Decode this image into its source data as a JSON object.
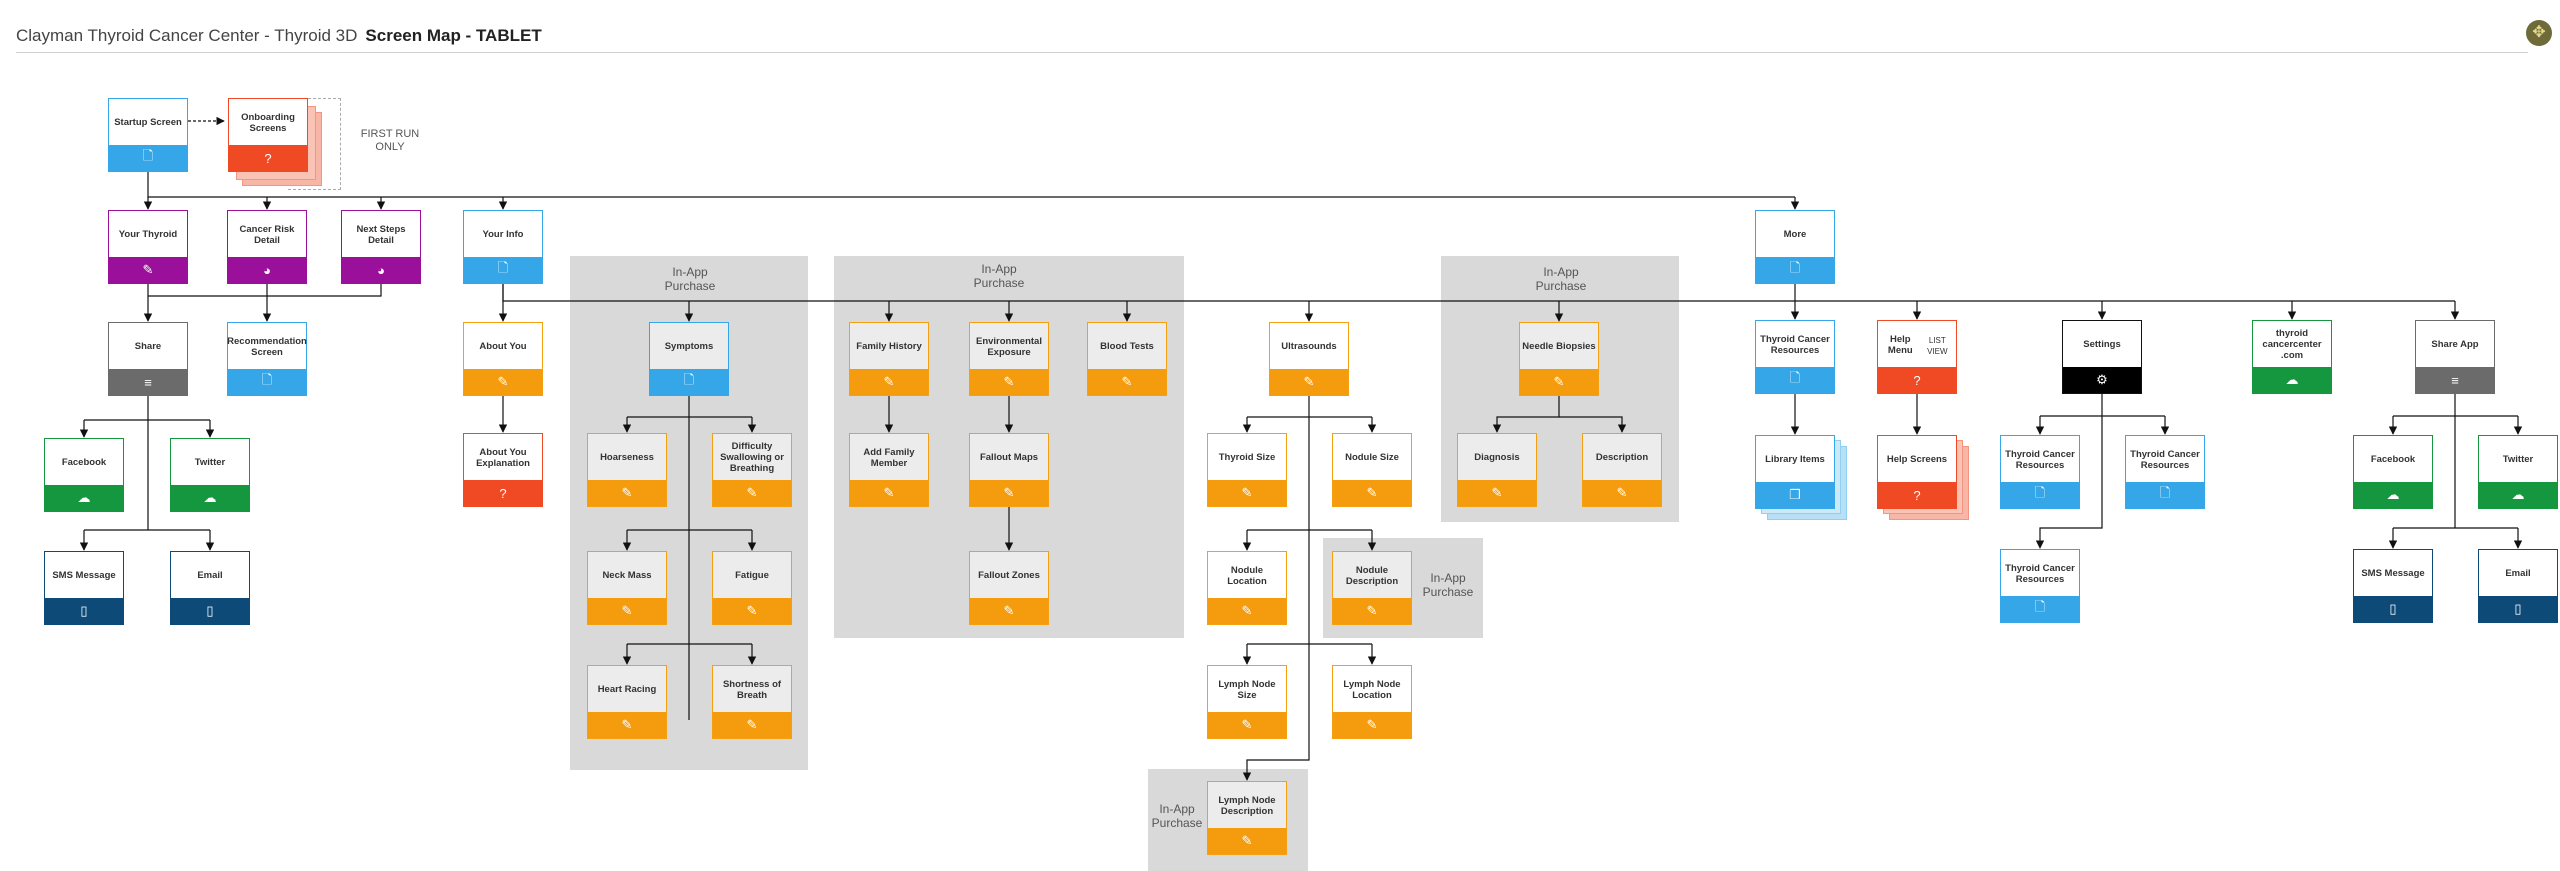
{
  "header": {
    "app_title": "Clayman Thyroid Cancer Center - Thyroid 3D",
    "doc_title": "Screen Map - TABLET"
  },
  "notes": {
    "first_run": "FIRST RUN\nONLY"
  },
  "groups": [
    {
      "id": "g1",
      "label": "In-App\nPurchase"
    },
    {
      "id": "g2",
      "label": "In-App\nPurchase"
    },
    {
      "id": "g3",
      "label": "In-App\nPurchase"
    },
    {
      "id": "g4",
      "label": "In-App\nPurchase"
    },
    {
      "id": "g5",
      "label": "In-App\nPurchase"
    }
  ],
  "nodes": [
    {
      "id": "startup",
      "label": "Startup Screen",
      "color": "blue",
      "icon": "document-icon"
    },
    {
      "id": "onboarding",
      "label": "Onboarding Screens",
      "color": "red",
      "icon": "help-icon",
      "stack": true
    },
    {
      "id": "your_thyroid",
      "label": "Your Thyroid",
      "color": "purple",
      "icon": "wand-icon"
    },
    {
      "id": "cancer_risk",
      "label": "Cancer Risk Detail",
      "color": "purple",
      "icon": "gauge-icon"
    },
    {
      "id": "next_steps",
      "label": "Next Steps Detail",
      "color": "purple",
      "icon": "gauge-icon"
    },
    {
      "id": "your_info",
      "label": "Your Info",
      "color": "blue",
      "icon": "document-icon"
    },
    {
      "id": "more",
      "label": "More",
      "color": "blue",
      "icon": "document-icon"
    },
    {
      "id": "share",
      "label": "Share",
      "color": "darkgrey",
      "icon": "menu-icon"
    },
    {
      "id": "recommendation",
      "label": "Recommendation Screen",
      "color": "blue",
      "icon": "document-icon"
    },
    {
      "id": "facebook_l",
      "label": "Facebook",
      "color": "green",
      "icon": "cloud-icon"
    },
    {
      "id": "twitter_l",
      "label": "Twitter",
      "color": "green",
      "icon": "cloud-icon"
    },
    {
      "id": "sms_l",
      "label": "SMS Message",
      "color": "navy",
      "icon": "phone-icon"
    },
    {
      "id": "email_l",
      "label": "Email",
      "color": "navy",
      "icon": "phone-icon"
    },
    {
      "id": "about_you",
      "label": "About You",
      "color": "orange",
      "icon": "edit-icon"
    },
    {
      "id": "about_expl",
      "label": "About You Explanation",
      "color": "red",
      "icon": "help-icon"
    },
    {
      "id": "symptoms",
      "label": "Symptoms",
      "color": "blue",
      "icon": "document-icon",
      "grey": true
    },
    {
      "id": "hoarseness",
      "label": "Hoarseness",
      "color": "orange",
      "icon": "edit-icon",
      "grey": true
    },
    {
      "id": "swallowing",
      "label": "Difficulty Swallowing or Breathing",
      "color": "orange",
      "icon": "edit-icon",
      "grey": true
    },
    {
      "id": "neck_mass",
      "label": "Neck Mass",
      "color": "orange",
      "icon": "edit-icon",
      "grey": true
    },
    {
      "id": "fatigue",
      "label": "Fatigue",
      "color": "orange",
      "icon": "edit-icon",
      "grey": true
    },
    {
      "id": "heart",
      "label": "Heart Racing",
      "color": "orange",
      "icon": "edit-icon",
      "grey": true
    },
    {
      "id": "breath",
      "label": "Shortness of Breath",
      "color": "orange",
      "icon": "edit-icon",
      "grey": true
    },
    {
      "id": "family",
      "label": "Family History",
      "color": "orange",
      "icon": "edit-icon",
      "grey": true
    },
    {
      "id": "env",
      "label": "Environmental Exposure",
      "color": "orange",
      "icon": "edit-icon",
      "grey": true
    },
    {
      "id": "blood",
      "label": "Blood Tests",
      "color": "orange",
      "icon": "edit-icon",
      "grey": true
    },
    {
      "id": "add_family",
      "label": "Add Family Member",
      "color": "orange",
      "icon": "edit-icon",
      "grey": true
    },
    {
      "id": "fallout_maps",
      "label": "Fallout Maps",
      "color": "orange",
      "icon": "edit-icon",
      "grey": true
    },
    {
      "id": "fallout_zones",
      "label": "Fallout Zones",
      "color": "orange",
      "icon": "edit-icon",
      "grey": true
    },
    {
      "id": "ultrasounds",
      "label": "Ultrasounds",
      "color": "orange",
      "icon": "edit-icon"
    },
    {
      "id": "thyroid_size",
      "label": "Thyroid Size",
      "color": "orange",
      "icon": "edit-icon"
    },
    {
      "id": "nodule_size",
      "label": "Nodule Size",
      "color": "orange",
      "icon": "edit-icon"
    },
    {
      "id": "nodule_loc",
      "label": "Nodule Location",
      "color": "orange",
      "icon": "edit-icon"
    },
    {
      "id": "nodule_desc",
      "label": "Nodule Description",
      "color": "orange",
      "icon": "edit-icon",
      "grey": true
    },
    {
      "id": "lymph_size",
      "label": "Lymph Node Size",
      "color": "orange",
      "icon": "edit-icon"
    },
    {
      "id": "lymph_loc",
      "label": "Lymph Node Location",
      "color": "orange",
      "icon": "edit-icon"
    },
    {
      "id": "lymph_desc",
      "label": "Lymph Node Description",
      "color": "orange",
      "icon": "edit-icon",
      "grey": true
    },
    {
      "id": "needle",
      "label": "Needle Biopsies",
      "color": "orange",
      "icon": "edit-icon",
      "grey": true
    },
    {
      "id": "diagnosis",
      "label": "Diagnosis",
      "color": "orange",
      "icon": "edit-icon",
      "grey": true
    },
    {
      "id": "description",
      "label": "Description",
      "color": "orange",
      "icon": "edit-icon",
      "grey": true
    },
    {
      "id": "tcr_more",
      "label": "Thyroid Cancer Resources",
      "color": "blue",
      "icon": "document-icon"
    },
    {
      "id": "library",
      "label": "Library Items",
      "color": "blue",
      "icon": "copy-icon",
      "stack": true
    },
    {
      "id": "help_menu",
      "label": "Help Menu",
      "sub": "LIST VIEW",
      "color": "red",
      "icon": "help-icon"
    },
    {
      "id": "help_screens",
      "label": "Help Screens",
      "color": "red",
      "icon": "help-icon",
      "stack": true
    },
    {
      "id": "settings",
      "label": "Settings",
      "color": "black",
      "icon": "gear-icon"
    },
    {
      "id": "tcr_set1",
      "label": "Thyroid Cancer Resources",
      "color": "blue",
      "icon": "document-icon"
    },
    {
      "id": "tcr_set2",
      "label": "Thyroid Cancer Resources",
      "color": "blue",
      "icon": "document-icon"
    },
    {
      "id": "tcr_set3",
      "label": "Thyroid Cancer Resources",
      "color": "blue",
      "icon": "document-icon"
    },
    {
      "id": "website",
      "label": "thyroid cancercenter .com",
      "color": "green",
      "icon": "cloud-icon"
    },
    {
      "id": "share_app",
      "label": "Share App",
      "color": "darkgrey",
      "icon": "menu-icon"
    },
    {
      "id": "facebook_r",
      "label": "Facebook",
      "color": "green",
      "icon": "cloud-icon"
    },
    {
      "id": "twitter_r",
      "label": "Twitter",
      "color": "green",
      "icon": "cloud-icon"
    },
    {
      "id": "sms_r",
      "label": "SMS Message",
      "color": "navy",
      "icon": "phone-icon"
    },
    {
      "id": "email_r",
      "label": "Email",
      "color": "navy",
      "icon": "phone-icon"
    }
  ]
}
